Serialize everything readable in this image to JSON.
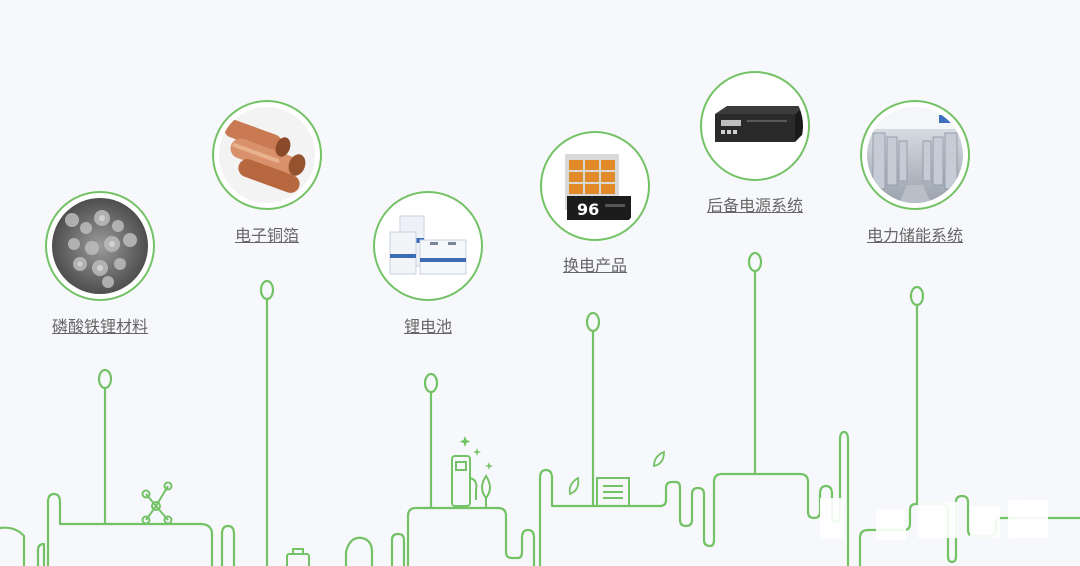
{
  "categories": [
    {
      "id": "lfp",
      "label": "磷酸铁锂材料",
      "icon": "lfp-powder-icon"
    },
    {
      "id": "copper",
      "label": "电子铜箔",
      "icon": "copper-tube-icon"
    },
    {
      "id": "battery",
      "label": "锂电池",
      "icon": "lithium-battery-icon"
    },
    {
      "id": "swap",
      "label": "换电产品",
      "icon": "battery-swap-cabinet-icon"
    },
    {
      "id": "backup",
      "label": "后备电源系统",
      "icon": "backup-power-unit-icon"
    },
    {
      "id": "storage",
      "label": "电力储能系统",
      "icon": "energy-storage-room-icon"
    }
  ],
  "colors": {
    "accent": "#74c266",
    "label": "#666666",
    "background": "#f7f8fb"
  }
}
